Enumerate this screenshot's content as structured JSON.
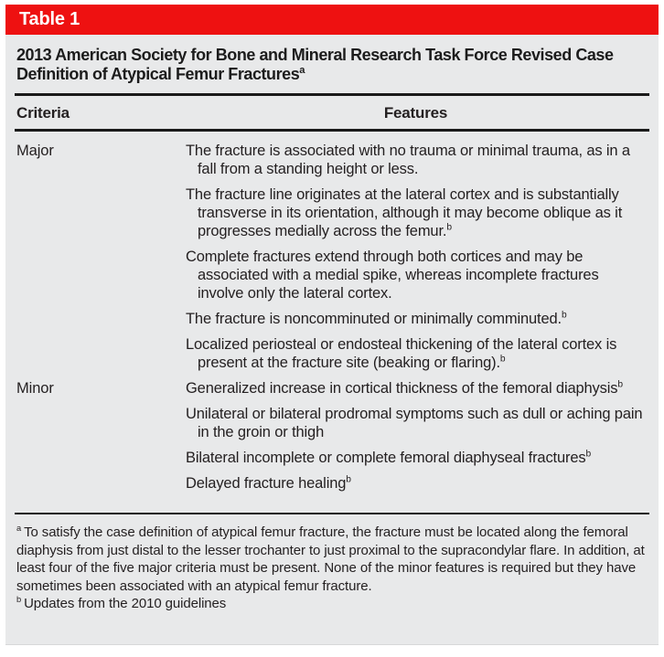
{
  "table": {
    "label": "Table 1",
    "caption": {
      "text": "2013 American Society for Bone and Mineral Research Task Force Revised Case Definition of Atypical Femur Fractures",
      "sup": "a"
    },
    "columns": [
      "Criteria",
      "Features"
    ],
    "groups": [
      {
        "criteria": "Major",
        "features": [
          {
            "text": "The fracture is associated with no trauma or minimal trauma, as in a fall from a standing height or less.",
            "sup": ""
          },
          {
            "text": "The fracture line originates at the lateral cortex and is substantially transverse in its orientation, although it may become oblique as it progresses medially across the femur.",
            "sup": "b"
          },
          {
            "text": "Complete fractures extend through both cortices and may be associated with a medial spike, whereas incomplete fractures involve only the lateral cortex.",
            "sup": ""
          },
          {
            "text": "The fracture is noncomminuted or minimally comminuted.",
            "sup": "b"
          },
          {
            "text": "Localized periosteal or endosteal thickening of the lateral cortex is present at the fracture site (beaking or flaring).",
            "sup": "b"
          }
        ]
      },
      {
        "criteria": "Minor",
        "features": [
          {
            "text": "Generalized increase in cortical thickness of the femoral diaphysis",
            "sup": "b"
          },
          {
            "text": "Unilateral or bilateral prodromal symptoms such as dull or aching pain in the groin or thigh",
            "sup": ""
          },
          {
            "text": "Bilateral incomplete or complete femoral diaphyseal fractures",
            "sup": "b"
          },
          {
            "text": "Delayed fracture healing",
            "sup": "b"
          }
        ]
      }
    ],
    "footnotes": [
      {
        "marker": "a",
        "text": "To satisfy the case definition of atypical femur fracture, the fracture must be located along the femoral diaphysis from just distal to the lesser trochanter to just proximal to the supracondylar flare. In addition, at least four of the five major criteria must be present. None of the minor features is required but they have sometimes been associated with an atypical femur fracture."
      },
      {
        "marker": "b",
        "text": "Updates from the 2010 guidelines"
      }
    ],
    "colors": {
      "header_red": "#ee1111",
      "panel_gray": "#e8e9ea",
      "rule_black": "#1a1a1a",
      "text": "#231f20"
    }
  }
}
